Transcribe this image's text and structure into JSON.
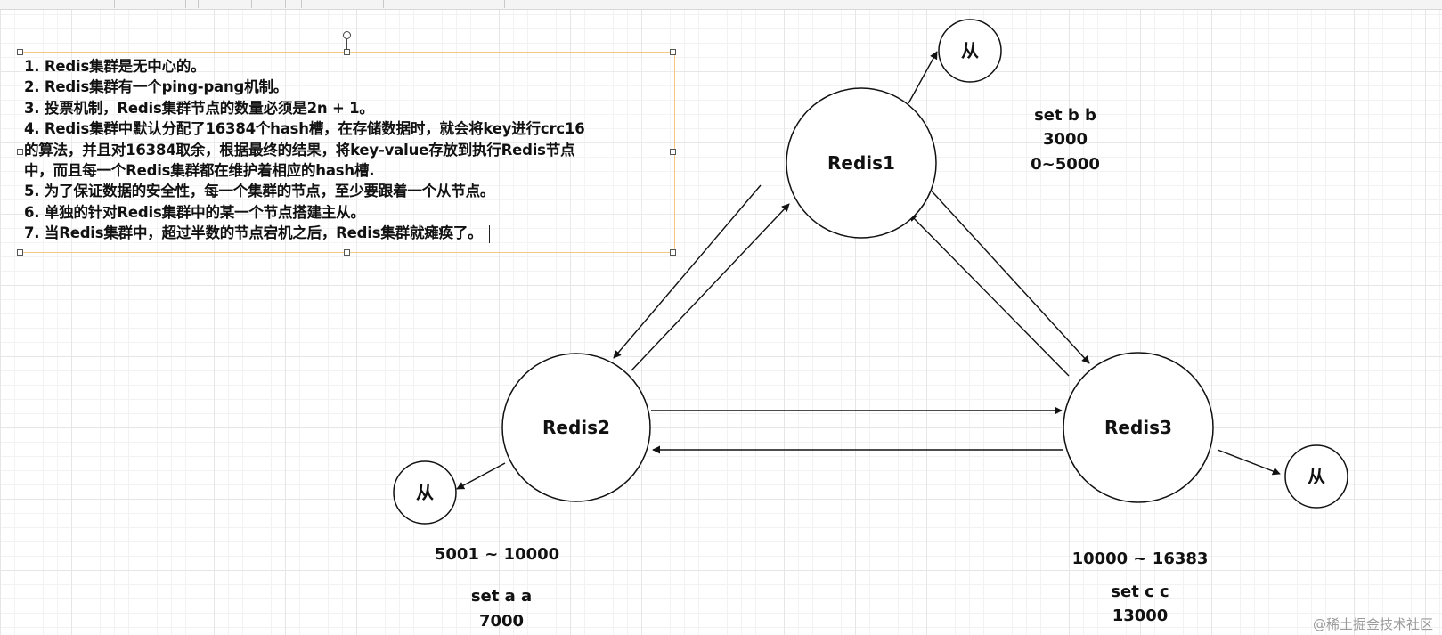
{
  "nodes": {
    "redis1": "Redis1",
    "redis2": "Redis2",
    "redis3": "Redis3",
    "slave_label": "从"
  },
  "redis1_info": [
    "set b b",
    "3000",
    "0~5000"
  ],
  "redis2_info": [
    "5001 ~ 10000",
    "set a a",
    "7000"
  ],
  "redis3_info": [
    "10000 ~ 16383",
    "set c c",
    "13000"
  ],
  "notes": [
    "1. Redis集群是无中心的。",
    "2. Redis集群有一个ping-pang机制。",
    "3. 投票机制，Redis集群节点的数量必须是2n + 1。",
    "4. Redis集群中默认分配了16384个hash槽，在存储数据时，就会将key进行crc16",
    "的算法，并且对16384取余，根据最终的结果，将key-value存放到执行Redis节点",
    "中，而且每一个Redis集群都在维护着相应的hash槽.",
    "5. 为了保证数据的安全性，每一个集群的节点，至少要跟着一个从节点。",
    "6. 单独的针对Redis集群中的某一个节点搭建主从。",
    "7. 当Redis集群中，超过半数的节点宕机之后，Redis集群就瘫痪了。"
  ],
  "watermark": "@稀土掘金技术社区"
}
